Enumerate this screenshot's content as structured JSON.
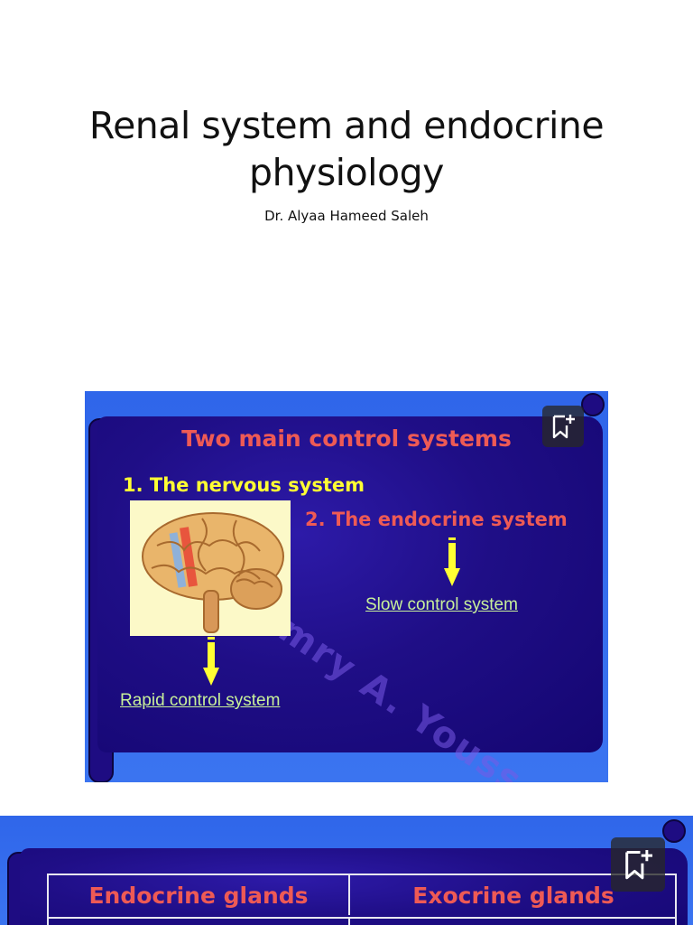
{
  "title_slide": {
    "title": "Renal system and endocrine physiology",
    "author": "Dr. Alyaa Hameed Saleh"
  },
  "slide1": {
    "heading": "Two main control systems",
    "item1": "1. The nervous system",
    "item2": "2. The endocrine system",
    "slow_label": "Slow control system",
    "rapid_label": "Rapid control system",
    "watermark": "Dr. Nimry A. Youssef",
    "bookmark_icon": "bookmark-add-icon"
  },
  "slide2": {
    "col1": "Endocrine glands",
    "col2": "Exocrine glands",
    "bookmark_icon": "bookmark-add-icon"
  },
  "colors": {
    "slide_blue": "#3b74f0",
    "panel_navy": "#1f0e86",
    "heading_red": "#ee5a55",
    "yellow_text": "#ffff33",
    "green_link": "#c8f09a"
  }
}
